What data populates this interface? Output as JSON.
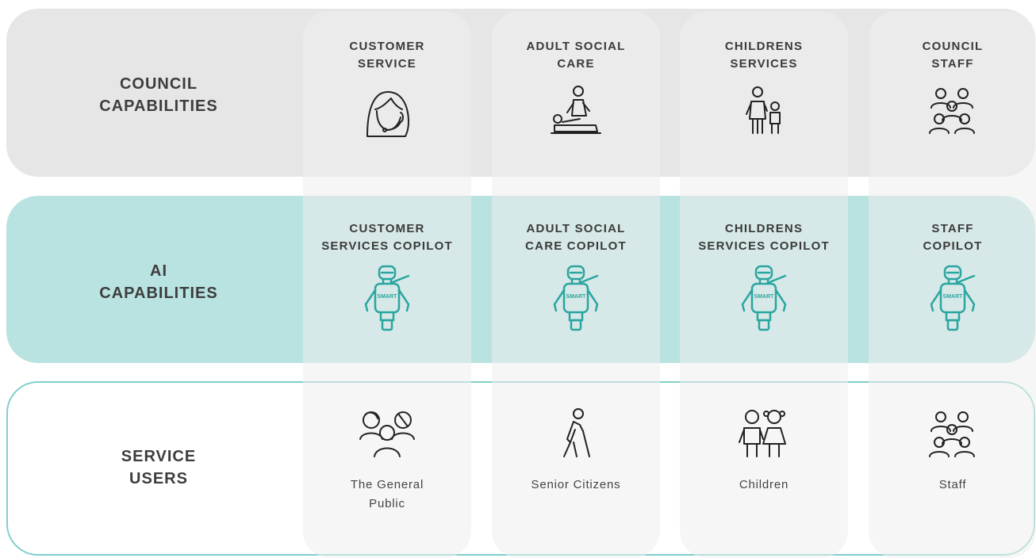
{
  "rows": {
    "council": {
      "line1": "COUNCIL",
      "line2": "CAPABILITIES"
    },
    "ai": {
      "line1": "AI",
      "line2": "CAPABILITIES"
    },
    "users": {
      "line1": "SERVICE",
      "line2": "USERS"
    }
  },
  "council_capabilities": [
    {
      "line1": "CUSTOMER",
      "line2": "SERVICE",
      "icon": "headset-agent-icon"
    },
    {
      "line1": "ADULT SOCIAL",
      "line2": "CARE",
      "icon": "carer-patient-icon"
    },
    {
      "line1": "CHILDRENS",
      "line2": "SERVICES",
      "icon": "parent-child-icon"
    },
    {
      "line1": "COUNCIL",
      "line2": "STAFF",
      "icon": "staff-group-icon"
    }
  ],
  "ai_capabilities": [
    {
      "line1": "CUSTOMER",
      "line2": "SERVICES COPILOT",
      "icon": "robot-icon"
    },
    {
      "line1": "ADULT SOCIAL",
      "line2": "CARE COPILOT",
      "icon": "robot-icon"
    },
    {
      "line1": "CHILDRENS",
      "line2": "SERVICES COPILOT",
      "icon": "robot-icon"
    },
    {
      "line1": "STAFF",
      "line2": "COPILOT",
      "icon": "robot-icon"
    }
  ],
  "robot_badge": "SMART",
  "service_users": [
    {
      "line1": "The General",
      "line2": "Public",
      "icon": "people-group-icon"
    },
    {
      "line1": "Senior Citizens",
      "line2": "",
      "icon": "elderly-person-icon"
    },
    {
      "line1": "Children",
      "line2": "",
      "icon": "children-icon"
    },
    {
      "line1": "Staff",
      "line2": "",
      "icon": "staff-group-icon"
    }
  ],
  "colors": {
    "council_band": "#e6e6e6",
    "ai_band": "#b9e3e0",
    "users_border": "#7fcfcb",
    "robot": "#2aa5a0",
    "icon_stroke": "#222222"
  }
}
